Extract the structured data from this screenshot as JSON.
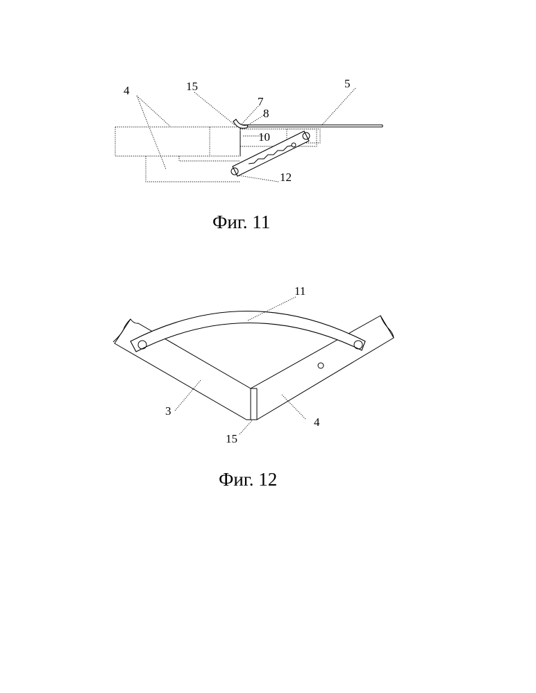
{
  "figure_11": {
    "caption": "Фиг. 11",
    "labels": {
      "l4": "4",
      "l15": "15",
      "l7": "7",
      "l8": "8",
      "l5": "5",
      "l10": "10",
      "l12": "12"
    }
  },
  "figure_12": {
    "caption": "Фиг. 12",
    "labels": {
      "l11": "11",
      "l3": "3",
      "l4": "4",
      "l15": "15"
    }
  }
}
